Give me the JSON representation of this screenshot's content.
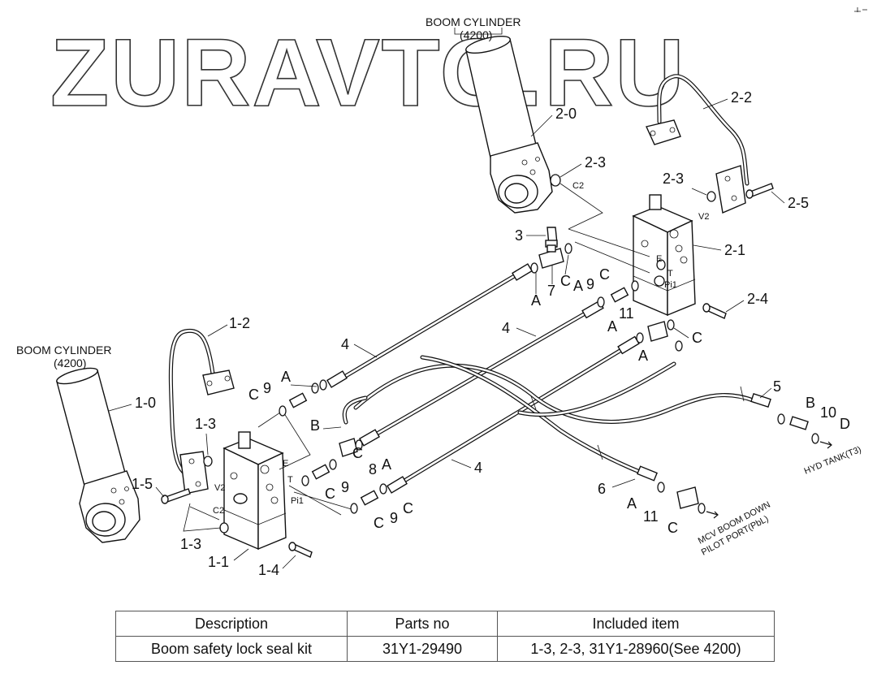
{
  "watermark": "ZURAVTO.RU",
  "cylinder_top": {
    "name": "BOOM CYLINDER",
    "sub": "(4200)"
  },
  "cylinder_left": {
    "name": "BOOM CYLINDER",
    "sub": "(4200)"
  },
  "callouts": {
    "c_2_0": "2-0",
    "c_2_1": "2-1",
    "c_2_2": "2-2",
    "c_2_3a": "2-3",
    "c_2_3b": "2-3",
    "c_2_4": "2-4",
    "c_2_5": "2-5",
    "c_1_0": "1-0",
    "c_1_1": "1-1",
    "c_1_2": "1-2",
    "c_1_3a": "1-3",
    "c_1_3b": "1-3",
    "c_1_4": "1-4",
    "c_1_5": "1-5",
    "c_3": "3",
    "c_4a": "4",
    "c_4b": "4",
    "c_4c": "4",
    "c_5": "5",
    "c_6": "6",
    "c_7": "7",
    "c_8": "8",
    "c_9a": "9",
    "c_9b": "9",
    "c_9c": "9",
    "c_9d": "9",
    "c_10": "10",
    "c_11a": "11",
    "c_11b": "11",
    "c_Aa": "A",
    "c_Ab": "A",
    "c_Ac": "A",
    "c_Ad": "A",
    "c_Ae": "A",
    "c_Af": "A",
    "c_Ag": "A",
    "c_Ba": "B",
    "c_Bb": "B",
    "c_Ca": "C",
    "c_Cb": "C",
    "c_Cc": "C",
    "c_Cd": "C",
    "c_Ce": "C",
    "c_Cf": "C",
    "c_Cg": "C",
    "c_Ch": "C",
    "c_Ci": "C",
    "c_D": "D"
  },
  "ports": {
    "v2_top": "V2",
    "c2_top": "C2",
    "e_top": "E",
    "t_top": "T",
    "pi1_top": "Pi1",
    "v2_bot": "V2",
    "c2_bot": "C2",
    "e_bot": "E",
    "t_bot": "T",
    "pi1_bot": "Pi1"
  },
  "destinations": {
    "hyd_tank": "HYD TANK(T3)",
    "mcv_line1": "MCV BOOM DOWN",
    "mcv_line2": "PILOT PORT(PbL)"
  },
  "table": {
    "headers": [
      "Description",
      "Parts no",
      "Included item"
    ],
    "rows": [
      [
        "Boom safety lock seal kit",
        "31Y1-29490",
        "1-3, 2-3, 31Y1-28960(See 4200)"
      ]
    ]
  }
}
